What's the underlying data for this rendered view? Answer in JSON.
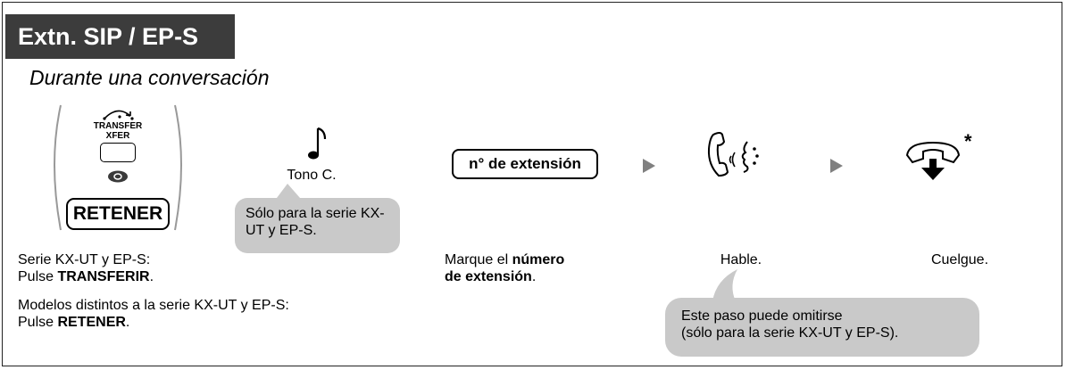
{
  "header": {
    "title": "Extn. SIP / EP-S"
  },
  "subtitle": "Durante una conversación",
  "phone_keys": {
    "transfer_label": "TRANSFER",
    "xfer_label": "XFER",
    "hold_label": "RETENER"
  },
  "step_tone": {
    "caption": "Tono C.",
    "note": "Sólo para la serie KX-UT y EP-S."
  },
  "step_transfer": {
    "line1": "Serie KX-UT y EP-S:",
    "line2_prefix": "Pulse ",
    "line2_bold": "TRANSFERIR",
    "line2_suffix": ".",
    "line3": "Modelos distintos a la serie KX-UT y EP-S:",
    "line4_prefix": "Pulse ",
    "line4_bold": "RETENER",
    "line4_suffix": "."
  },
  "step_dial": {
    "key_label": "n° de extensión",
    "caption_prefix": "Marque el ",
    "caption_bold1": "número",
    "caption_bold2": "de extensión",
    "caption_suffix": "."
  },
  "step_talk": {
    "caption": "Hable.",
    "note_line1": "Este paso puede omitirse",
    "note_line2": "(sólo para la serie KX-UT y EP-S)."
  },
  "step_hangup": {
    "caption": "Cuelgue.",
    "asterisk": "*"
  },
  "colors": {
    "header_bg": "#3c3c3c",
    "bubble_bg": "#c9c9c9",
    "arrow": "#808080"
  }
}
